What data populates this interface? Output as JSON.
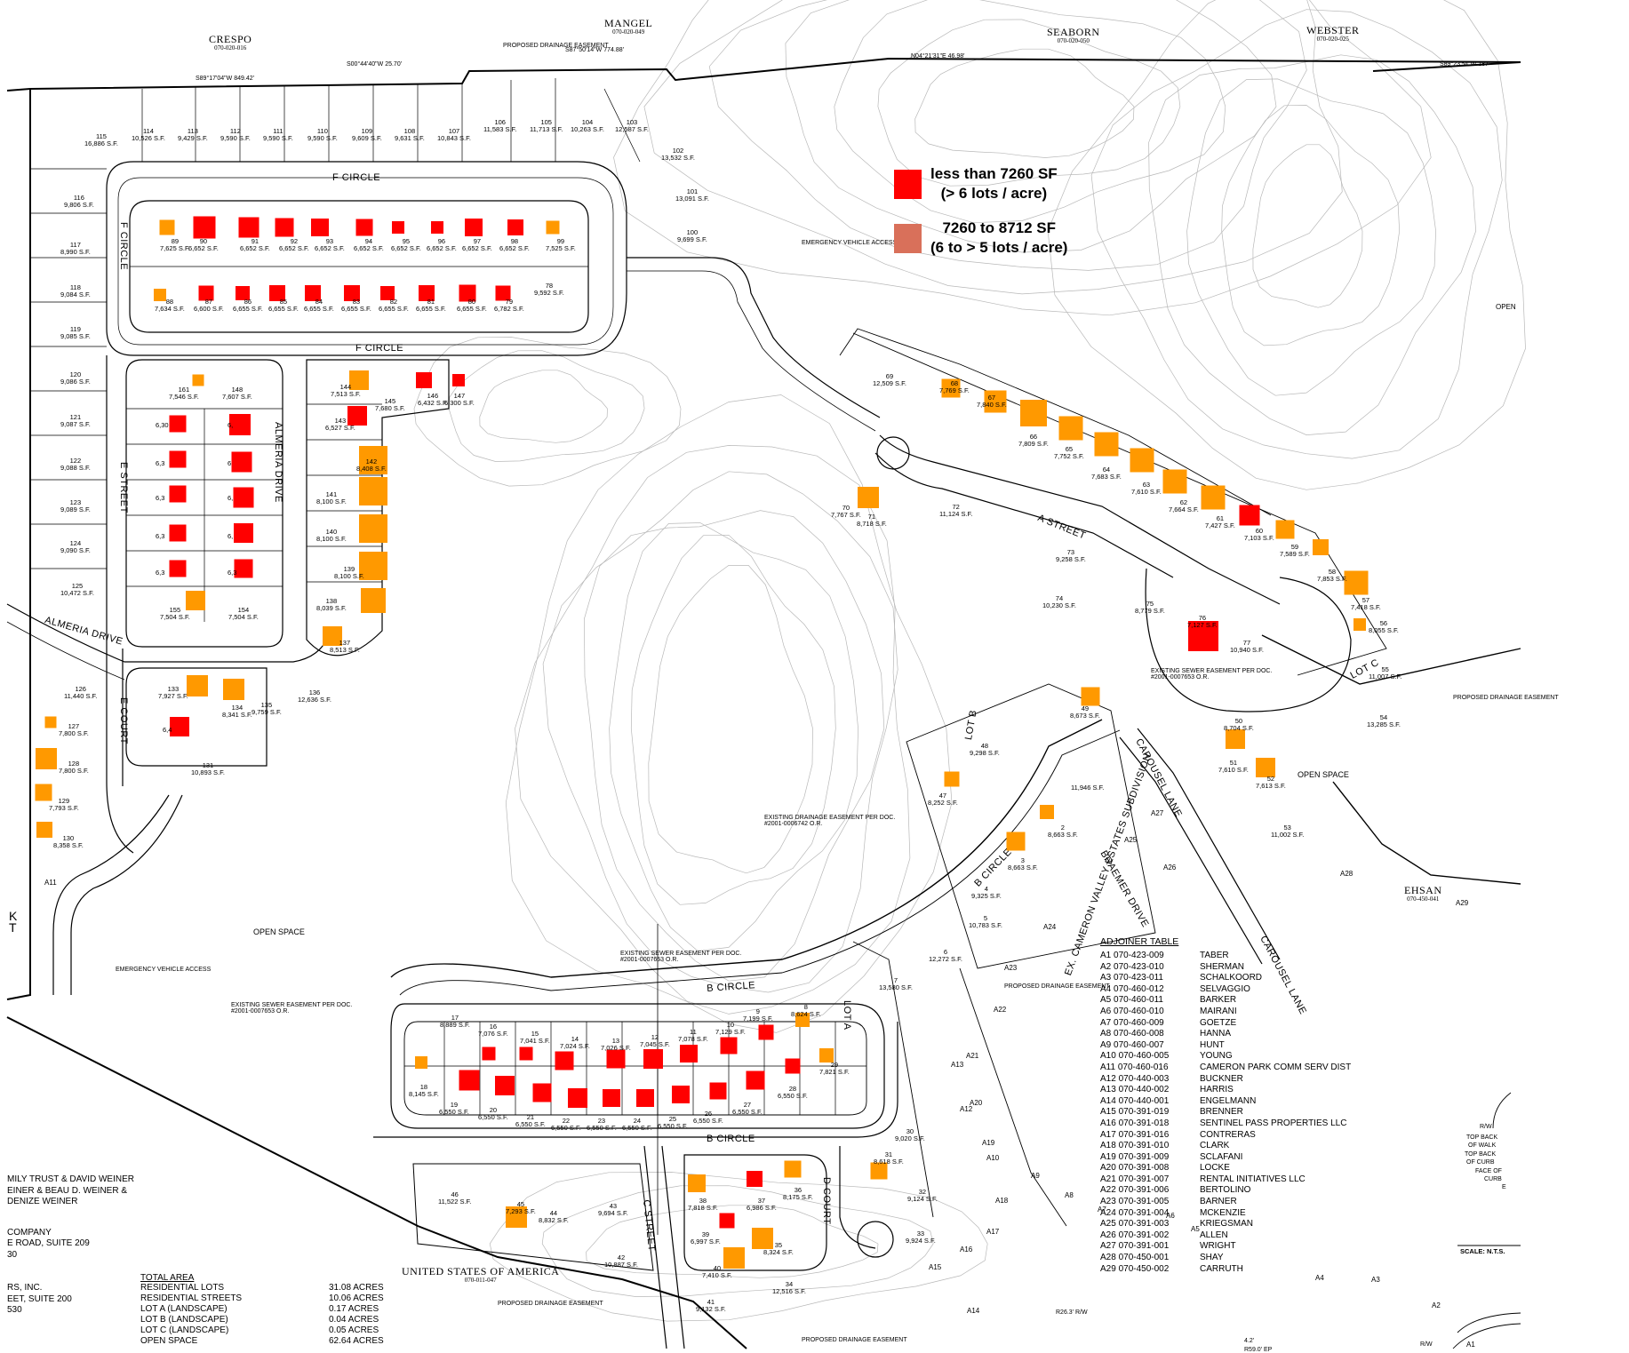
{
  "legend": [
    {
      "color": "#ff0000",
      "line1": "less than 7260 SF",
      "line2": "(> 6 lots / acre)"
    },
    {
      "color": "#d9705a",
      "line1": "7260 to 8712 SF",
      "line2": "(6 to > 5 lots / acre)"
    }
  ],
  "marker_colors": {
    "small": "#ff0000",
    "medium": "#ff9900"
  },
  "neighbors": [
    {
      "name": "CRESPO",
      "apn": "070-020-016"
    },
    {
      "name": "MANGEL",
      "apn": "070-020-049"
    },
    {
      "name": "SEABORN",
      "apn": "070-020-050"
    },
    {
      "name": "WEBSTER",
      "apn": "070-020-025"
    },
    {
      "name": "EHSAN",
      "apn": "070-450-041"
    },
    {
      "name": "UNITED STATES OF AMERICA",
      "apn": "070-011-047"
    }
  ],
  "streets": [
    "F CIRCLE",
    "F CIRCLE",
    "F CIRCLE",
    "E STREET",
    "ALMERIA DRIVE",
    "ALMERIA DRIVE",
    "E COURT",
    "A STREET",
    "LOT C",
    "LOT B",
    "B CIRCLE",
    "B CIRCLE",
    "B CIRCLE",
    "LOT A",
    "D COURT",
    "C STREET",
    "CAROUSEL LANE",
    "CAROUSEL LANE",
    "BRAEMER DRIVE",
    "EX. CAMERON VALLEY ESTATES SUBDIVISION"
  ],
  "annotations": [
    "PROPOSED DRAINAGE EASEMENT",
    "EMERGENCY VEHICLE ACCESS",
    "OPEN SPACE",
    "OPEN SPACE",
    "EXISTING SEWER EASEMENT PER DOC. #2001-0007653 O.R.",
    "EXISTING DRAINAGE EASEMENT PER DOC. #2001-0006742 O.R.",
    "EXISTING SEWER EASEMENT PER DOC. #2001-0007653 O.R.",
    "EXISTING SEWER EASEMENT PER DOC. #2001-0007653 O.R.",
    "EMERGENCY VEHICLE ACCESS",
    "PROPOSED DRAINAGE EASEMENT",
    "PROPOSED DRAINAGE EASEMENT",
    "PROPOSED DRAINAGE EASEMENT",
    "PROPOSED DRAINAGE EASEMENT",
    "OPEN"
  ],
  "bearings": [
    "S00°44'40\"W 25.70'",
    "S87°50'14\"W 774.88'",
    "S89°17'04\"W 849.42'",
    "N04°21'31\"E 46.98'",
    "S89°23'54\"W 187"
  ],
  "lots": [
    {
      "n": "115",
      "sf": "16,886"
    },
    {
      "n": "114",
      "sf": "10,526"
    },
    {
      "n": "113",
      "sf": "9,429"
    },
    {
      "n": "112",
      "sf": "9,590"
    },
    {
      "n": "111",
      "sf": "9,590"
    },
    {
      "n": "110",
      "sf": "9,590"
    },
    {
      "n": "109",
      "sf": "9,609"
    },
    {
      "n": "108",
      "sf": "9,631"
    },
    {
      "n": "107",
      "sf": "10,843"
    },
    {
      "n": "106",
      "sf": "11,583"
    },
    {
      "n": "105",
      "sf": "11,713"
    },
    {
      "n": "104",
      "sf": "10,263"
    },
    {
      "n": "103",
      "sf": "12,587"
    },
    {
      "n": "102",
      "sf": "13,532"
    },
    {
      "n": "101",
      "sf": "13,091"
    },
    {
      "n": "100",
      "sf": "9,699"
    },
    {
      "n": "116",
      "sf": "9,806"
    },
    {
      "n": "117",
      "sf": "8,990"
    },
    {
      "n": "118",
      "sf": "9,084"
    },
    {
      "n": "119",
      "sf": "9,085"
    },
    {
      "n": "120",
      "sf": "9,086"
    },
    {
      "n": "121",
      "sf": "9,087"
    },
    {
      "n": "122",
      "sf": "9,088"
    },
    {
      "n": "123",
      "sf": "9,089"
    },
    {
      "n": "124",
      "sf": "9,090"
    },
    {
      "n": "125",
      "sf": "10,472"
    },
    {
      "n": "89",
      "sf": "7,625",
      "c": "medium"
    },
    {
      "n": "90",
      "sf": "6,652",
      "c": "small"
    },
    {
      "n": "91",
      "sf": "6,652",
      "c": "small"
    },
    {
      "n": "92",
      "sf": "6,652",
      "c": "small"
    },
    {
      "n": "93",
      "sf": "6,652",
      "c": "small"
    },
    {
      "n": "94",
      "sf": "6,652",
      "c": "small"
    },
    {
      "n": "95",
      "sf": "6,652",
      "c": "small"
    },
    {
      "n": "96",
      "sf": "6,652",
      "c": "small"
    },
    {
      "n": "97",
      "sf": "6,652",
      "c": "small"
    },
    {
      "n": "98",
      "sf": "6,652",
      "c": "small"
    },
    {
      "n": "99",
      "sf": "7,525",
      "c": "medium"
    },
    {
      "n": "88",
      "sf": "7,634",
      "c": "medium"
    },
    {
      "n": "87",
      "sf": "6,600",
      "c": "small"
    },
    {
      "n": "86",
      "sf": "6,655",
      "c": "small"
    },
    {
      "n": "85",
      "sf": "6,655",
      "c": "small"
    },
    {
      "n": "84",
      "sf": "6,655",
      "c": "small"
    },
    {
      "n": "83",
      "sf": "6,655",
      "c": "small"
    },
    {
      "n": "82",
      "sf": "6,655",
      "c": "small"
    },
    {
      "n": "81",
      "sf": "6,655",
      "c": "small"
    },
    {
      "n": "80",
      "sf": "6,655",
      "c": "small"
    },
    {
      "n": "79",
      "sf": "6,782",
      "c": "small"
    },
    {
      "n": "78",
      "sf": "9,592"
    },
    {
      "n": "161",
      "sf": "7,546",
      "c": "medium"
    },
    {
      "n": "148",
      "sf": "7,607"
    },
    {
      "n": "144",
      "sf": "7,513",
      "c": "medium"
    },
    {
      "n": "146",
      "sf": "6,432",
      "c": "small"
    },
    {
      "n": "147",
      "sf": "6,300",
      "c": "small"
    },
    {
      "n": "143",
      "sf": "6,527",
      "c": "small"
    },
    {
      "n": "145",
      "sf": "7,680"
    },
    {
      "n": "",
      "sf": "6,30",
      "c": "small"
    },
    {
      "n": "",
      "sf": "6,",
      "c": "small"
    },
    {
      "n": "",
      "sf": "6,3",
      "c": "small"
    },
    {
      "n": "",
      "sf": "6",
      "c": "small"
    },
    {
      "n": "",
      "sf": "6,3",
      "c": "small"
    },
    {
      "n": "",
      "sf": "6,",
      "c": "small"
    },
    {
      "n": "",
      "sf": "6,3",
      "c": "small"
    },
    {
      "n": "",
      "sf": "6,",
      "c": "small"
    },
    {
      "n": "",
      "sf": "6,3",
      "c": "small"
    },
    {
      "n": "",
      "sf": "6,3",
      "c": "small"
    },
    {
      "n": "155",
      "sf": "7,504",
      "c": "medium"
    },
    {
      "n": "154",
      "sf": "7,504"
    },
    {
      "n": "142",
      "sf": "8,408",
      "c": "medium"
    },
    {
      "n": "141",
      "sf": "8,100",
      "c": "medium"
    },
    {
      "n": "140",
      "sf": "8,100",
      "c": "medium"
    },
    {
      "n": "139",
      "sf": "8,100",
      "c": "medium"
    },
    {
      "n": "138",
      "sf": "8,039",
      "c": "medium"
    },
    {
      "n": "137",
      "sf": "8,513",
      "c": "medium"
    },
    {
      "n": "136",
      "sf": "12,636"
    },
    {
      "n": "126",
      "sf": "11,440"
    },
    {
      "n": "127",
      "sf": "7,800",
      "c": "medium"
    },
    {
      "n": "128",
      "sf": "7,800",
      "c": "medium"
    },
    {
      "n": "129",
      "sf": "7,793",
      "c": "medium"
    },
    {
      "n": "130",
      "sf": "8,358",
      "c": "medium"
    },
    {
      "n": "133",
      "sf": "7,927",
      "c": "medium"
    },
    {
      "n": "134",
      "sf": "8,341",
      "c": "medium"
    },
    {
      "n": "135",
      "sf": "9,759"
    },
    {
      "n": "",
      "sf": "6,4",
      "c": "small"
    },
    {
      "n": "131",
      "sf": "10,893"
    },
    {
      "n": "69",
      "sf": "12,509"
    },
    {
      "n": "68",
      "sf": "7,769",
      "c": "medium"
    },
    {
      "n": "67",
      "sf": "7,840",
      "c": "medium"
    },
    {
      "n": "66",
      "sf": "7,809",
      "c": "medium"
    },
    {
      "n": "65",
      "sf": "7,752",
      "c": "medium"
    },
    {
      "n": "64",
      "sf": "7,683",
      "c": "medium"
    },
    {
      "n": "63",
      "sf": "7,610",
      "c": "medium"
    },
    {
      "n": "62",
      "sf": "7,664",
      "c": "medium"
    },
    {
      "n": "61",
      "sf": "7,427",
      "c": "medium"
    },
    {
      "n": "60",
      "sf": "7,103",
      "c": "small"
    },
    {
      "n": "59",
      "sf": "7,589",
      "c": "medium"
    },
    {
      "n": "58",
      "sf": "7,853",
      "c": "medium"
    },
    {
      "n": "57",
      "sf": "7,418",
      "c": "medium"
    },
    {
      "n": "56",
      "sf": "8,055",
      "c": "medium"
    },
    {
      "n": "55",
      "sf": "11,007"
    },
    {
      "n": "54",
      "sf": "13,285"
    },
    {
      "n": "70",
      "sf": "7,767",
      "c": "medium"
    },
    {
      "n": "71",
      "sf": "8,718"
    },
    {
      "n": "72",
      "sf": "11,124"
    },
    {
      "n": "73",
      "sf": "9,258"
    },
    {
      "n": "74",
      "sf": "10,230"
    },
    {
      "n": "75",
      "sf": "8,779"
    },
    {
      "n": "76",
      "sf": "7,127",
      "c": "small"
    },
    {
      "n": "77",
      "sf": "10,940"
    },
    {
      "n": "49",
      "sf": "8,673",
      "c": "medium"
    },
    {
      "n": "50",
      "sf": "8,704"
    },
    {
      "n": "51",
      "sf": "7,610",
      "c": "medium"
    },
    {
      "n": "52",
      "sf": "7,613",
      "c": "medium"
    },
    {
      "n": "53",
      "sf": "11,002"
    },
    {
      "n": "48",
      "sf": "9,298"
    },
    {
      "n": "47",
      "sf": "8,252",
      "c": "medium"
    },
    {
      "n": "",
      "sf": "11,946"
    },
    {
      "n": "2",
      "sf": "8,663",
      "c": "medium"
    },
    {
      "n": "3",
      "sf": "8,663",
      "c": "medium"
    },
    {
      "n": "4",
      "sf": "9,325"
    },
    {
      "n": "5",
      "sf": "10,783"
    },
    {
      "n": "6",
      "sf": "12,272"
    },
    {
      "n": "7",
      "sf": "13,580"
    },
    {
      "n": "8",
      "sf": "8,624",
      "c": "medium"
    },
    {
      "n": "9",
      "sf": "7,199",
      "c": "small"
    },
    {
      "n": "10",
      "sf": "7,129",
      "c": "small"
    },
    {
      "n": "11",
      "sf": "7,078",
      "c": "small"
    },
    {
      "n": "12",
      "sf": "7,045",
      "c": "small"
    },
    {
      "n": "13",
      "sf": "7,026",
      "c": "small"
    },
    {
      "n": "14",
      "sf": "7,024",
      "c": "small"
    },
    {
      "n": "15",
      "sf": "7,041",
      "c": "small"
    },
    {
      "n": "16",
      "sf": "7,076",
      "c": "small"
    },
    {
      "n": "17",
      "sf": "8,889"
    },
    {
      "n": "18",
      "sf": "8,145",
      "c": "medium"
    },
    {
      "n": "19",
      "sf": "6,550",
      "c": "small"
    },
    {
      "n": "20",
      "sf": "6,550",
      "c": "small"
    },
    {
      "n": "21",
      "sf": "6,550",
      "c": "small"
    },
    {
      "n": "22",
      "sf": "6,550",
      "c": "small"
    },
    {
      "n": "23",
      "sf": "6,550",
      "c": "small"
    },
    {
      "n": "24",
      "sf": "6,550",
      "c": "small"
    },
    {
      "n": "25",
      "sf": "6,550",
      "c": "small"
    },
    {
      "n": "26",
      "sf": "6,550",
      "c": "small"
    },
    {
      "n": "27",
      "sf": "6,550",
      "c": "small"
    },
    {
      "n": "28",
      "sf": "6,550",
      "c": "small"
    },
    {
      "n": "29",
      "sf": "7,821",
      "c": "medium"
    },
    {
      "n": "30",
      "sf": "9,020"
    },
    {
      "n": "31",
      "sf": "8,618",
      "c": "medium"
    },
    {
      "n": "32",
      "sf": "9,124"
    },
    {
      "n": "33",
      "sf": "9,924"
    },
    {
      "n": "34",
      "sf": "12,516"
    },
    {
      "n": "35",
      "sf": "8,324",
      "c": "medium"
    },
    {
      "n": "36",
      "sf": "8,175",
      "c": "medium"
    },
    {
      "n": "37",
      "sf": "6,986",
      "c": "small"
    },
    {
      "n": "38",
      "sf": "7,818",
      "c": "medium"
    },
    {
      "n": "39",
      "sf": "6,997",
      "c": "small"
    },
    {
      "n": "40",
      "sf": "7,410",
      "c": "medium"
    },
    {
      "n": "41",
      "sf": "9,132"
    },
    {
      "n": "42",
      "sf": "10,887"
    },
    {
      "n": "43",
      "sf": "9,694"
    },
    {
      "n": "44",
      "sf": "8,832"
    },
    {
      "n": "45",
      "sf": "7,293",
      "c": "medium"
    },
    {
      "n": "46",
      "sf": "11,522"
    }
  ],
  "sf_suffix": " S.F.",
  "adjoiner_table": {
    "title": "ADJOINER TABLE",
    "rows": [
      [
        "A1",
        "070-423-009",
        "TABER"
      ],
      [
        "A2",
        "070-423-010",
        "SHERMAN"
      ],
      [
        "A3",
        "070-423-011",
        "SCHALKOORD"
      ],
      [
        "A4",
        "070-460-012",
        "SELVAGGIO"
      ],
      [
        "A5",
        "070-460-011",
        "BARKER"
      ],
      [
        "A6",
        "070-460-010",
        "MAIRANI"
      ],
      [
        "A7",
        "070-460-009",
        "GOETZE"
      ],
      [
        "A8",
        "070-460-008",
        "HANNA"
      ],
      [
        "A9",
        "070-460-007",
        "HUNT"
      ],
      [
        "A10",
        "070-460-005",
        "YOUNG"
      ],
      [
        "A11",
        "070-460-016",
        "CAMERON PARK COMM SERV DIST"
      ],
      [
        "A12",
        "070-440-003",
        "BUCKNER"
      ],
      [
        "A13",
        "070-440-002",
        "HARRIS"
      ],
      [
        "A14",
        "070-440-001",
        "ENGELMANN"
      ],
      [
        "A15",
        "070-391-019",
        "BRENNER"
      ],
      [
        "A16",
        "070-391-018",
        "SENTINEL PASS PROPERTIES LLC"
      ],
      [
        "A17",
        "070-391-016",
        "CONTRERAS"
      ],
      [
        "A18",
        "070-391-010",
        "CLARK"
      ],
      [
        "A19",
        "070-391-009",
        "SCLAFANI"
      ],
      [
        "A20",
        "070-391-008",
        "LOCKE"
      ],
      [
        "A21",
        "070-391-007",
        "RENTAL INITIATIVES LLC"
      ],
      [
        "A22",
        "070-391-006",
        "BERTOLINO"
      ],
      [
        "A23",
        "070-391-005",
        "BARNER"
      ],
      [
        "A24",
        "070-391-004",
        "MCKENZIE"
      ],
      [
        "A25",
        "070-391-003",
        "KRIEGSMAN"
      ],
      [
        "A26",
        "070-391-002",
        "ALLEN"
      ],
      [
        "A27",
        "070-391-001",
        "WRIGHT"
      ],
      [
        "A28",
        "070-450-001",
        "SHAY"
      ],
      [
        "A29",
        "070-450-002",
        "CARRUTH"
      ]
    ]
  },
  "total_area": {
    "title": "TOTAL AREA",
    "rows": [
      [
        "RESIDENTIAL LOTS",
        "31.08 ACRES"
      ],
      [
        "RESIDENTIAL STREETS",
        "10.06 ACRES"
      ],
      [
        "LOT A (LANDSCAPE)",
        "0.17 ACRES"
      ],
      [
        "LOT B (LANDSCAPE)",
        "0.04 ACRES"
      ],
      [
        "LOT C (LANDSCAPE)",
        "0.05 ACRES"
      ],
      [
        "OPEN SPACE",
        "62.64 ACRES"
      ]
    ]
  },
  "owner_lines": [
    "MILY TRUST & DAVID WEINER",
    "EINER & BEAU D. WEINER &",
    "DENIZE WEINER"
  ],
  "engineer_lines": [
    "COMPANY",
    "E ROAD, SUITE 209",
    "30"
  ],
  "consultant_lines": [
    "RS, INC.",
    "EET, SUITE 200",
    "530"
  ],
  "adjoiner_marks": [
    "A1",
    "A2",
    "A3",
    "A4",
    "A5",
    "A6",
    "A7",
    "A8",
    "A9",
    "A10",
    "A11",
    "A12",
    "A13",
    "A14",
    "A15",
    "A16",
    "A17",
    "A18",
    "A19",
    "A20",
    "A21",
    "A22",
    "A23",
    "A24",
    "A25",
    "A26",
    "A27",
    "A28",
    "A29"
  ],
  "detail_labels": [
    "R/W",
    "TOP BACK",
    "OF WALK",
    "TOP BACK",
    "OF CURB",
    "FACE OF",
    "CURB",
    "E",
    "SCALE: N.T.S.",
    "R26.3' R/W",
    "4.2'",
    "R59.0' EP",
    "R/W"
  ],
  "edge_labels": [
    "K",
    "T"
  ]
}
